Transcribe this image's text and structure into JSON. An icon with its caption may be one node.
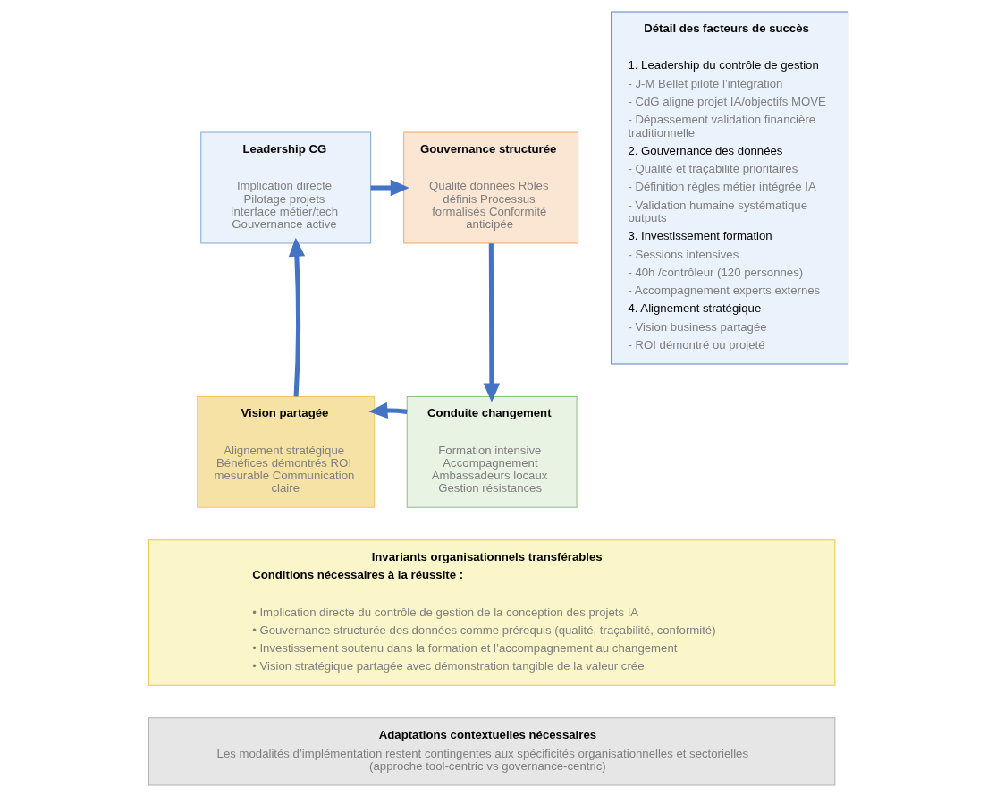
{
  "diagram": {
    "nodes": [
      {
        "text": [
          "Leadership CG",
          "Implication directe Pilotage projets Interface métier/tech Gouvernance active"
        ]
      },
      {
        "text": [
          "Gouvernance structurée",
          "Qualité données Rôles définis Processus formalisés Conformité anticipée"
        ]
      },
      {
        "text": [
          "Détail des facteurs de succès",
          "1. Leadership du contrôle de gestion",
          "- J-M Bellet pilote l’intégration",
          "- CdG aligne projet IA/objectifs MOVE",
          "- Dépassement validation financière traditionnelle",
          "2. Gouvernance des données",
          "- Qualité et traçabilité prioritaires",
          "- Définition règles métier intégrée IA",
          "- Validation humaine systématique outputs",
          "3. Investissement formation",
          "- Sessions intensives",
          "- 40h /contrôleur (120 personnes)",
          "- Accompagnement experts externes",
          "4. Alignement stratégique",
          "- Vision business partagée",
          "- ROI démontré ou projeté"
        ]
      },
      {
        "text": [
          "Vision partagée",
          "Alignement stratégique Bénéfices démontrés ROI mesurable Communication claire"
        ]
      },
      {
        "text": [
          "Conduite changement",
          "Formation intensive Accompagnement Ambassadeurs locaux Gestion résistances"
        ]
      },
      {
        "text": [
          "Invariants organisationnels transférables",
          "Conditions nécessaires à la réussite :",
          "• Implication directe du contrôle de gestion de la conception des projets IA",
          "• Gouvernance structurée des données comme prérequis (qualité, traçabilité, conformité)",
          "• Investissement soutenu dans la formation et l’accompagnement au changement",
          "• Vision stratégique partagée avec démonstration tangible de la valeur crée"
        ]
      },
      {
        "text": [
          "Adaptations contextuelles nécessaires",
          "Les modalités d’implémentation restent contingentes aux spécificités organisationnelles et sectorielles (approche tool-centric vs governance-centric)"
        ]
      }
    ],
    "edges": [
      {
        "from": 0,
        "to": 1,
        "arrow": "to"
      },
      {
        "from": 1,
        "to": 4,
        "arrow": "to"
      },
      {
        "from": 4,
        "to": 3,
        "arrow": "to"
      },
      {
        "from": 3,
        "to": 0,
        "arrow": "to"
      }
    ]
  }
}
